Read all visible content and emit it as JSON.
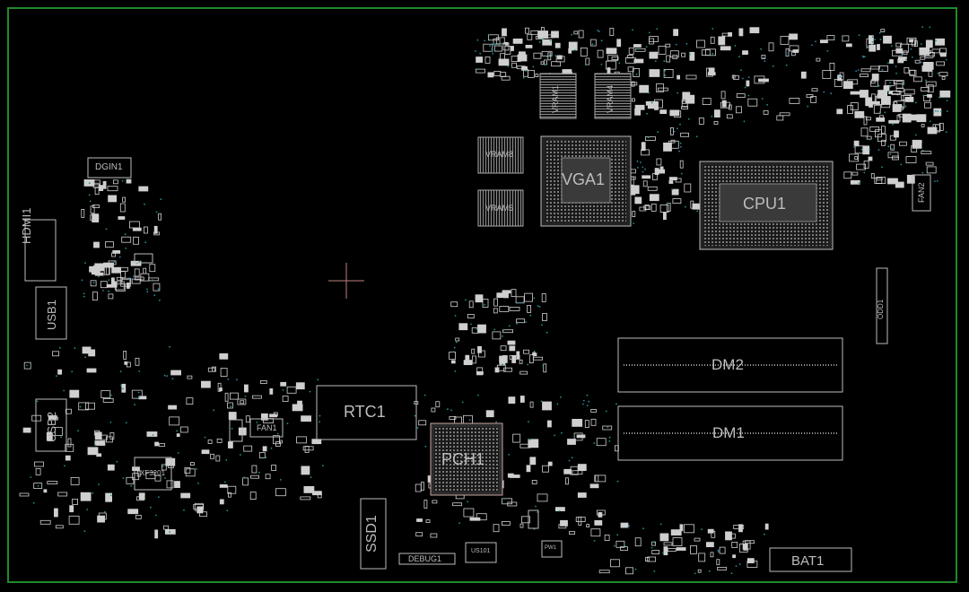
{
  "board": {
    "border_color": "#1f8a2a",
    "line_color": "#cfcfcf",
    "label_color": "#bdbdbd",
    "cursor_color": "#c08080",
    "via_color": "#2a8c9c"
  },
  "components": {
    "dgin1": "DGIN1",
    "hdmi1": "HDMI1",
    "usb1": "USB1",
    "usb2": "USB2",
    "vram1": "VRAM1",
    "vram4": "VRAM4",
    "vram8": "VRAM8",
    "vram5": "VRAM5",
    "vga1": "VGA1",
    "cpu1": "CPU1",
    "fan2": "FAN2",
    "odd1": "ODD1",
    "dm2": "DM2",
    "dm1": "DM1",
    "rtc1": "RTC1",
    "pch1": "PCH1",
    "fan1": "FAN1",
    "xf3201": "XF3201",
    "ssd1": "SSD1",
    "debug1": "DEBUG1",
    "us101": "US101",
    "pw1": "PW1",
    "bat1": "BAT1"
  }
}
